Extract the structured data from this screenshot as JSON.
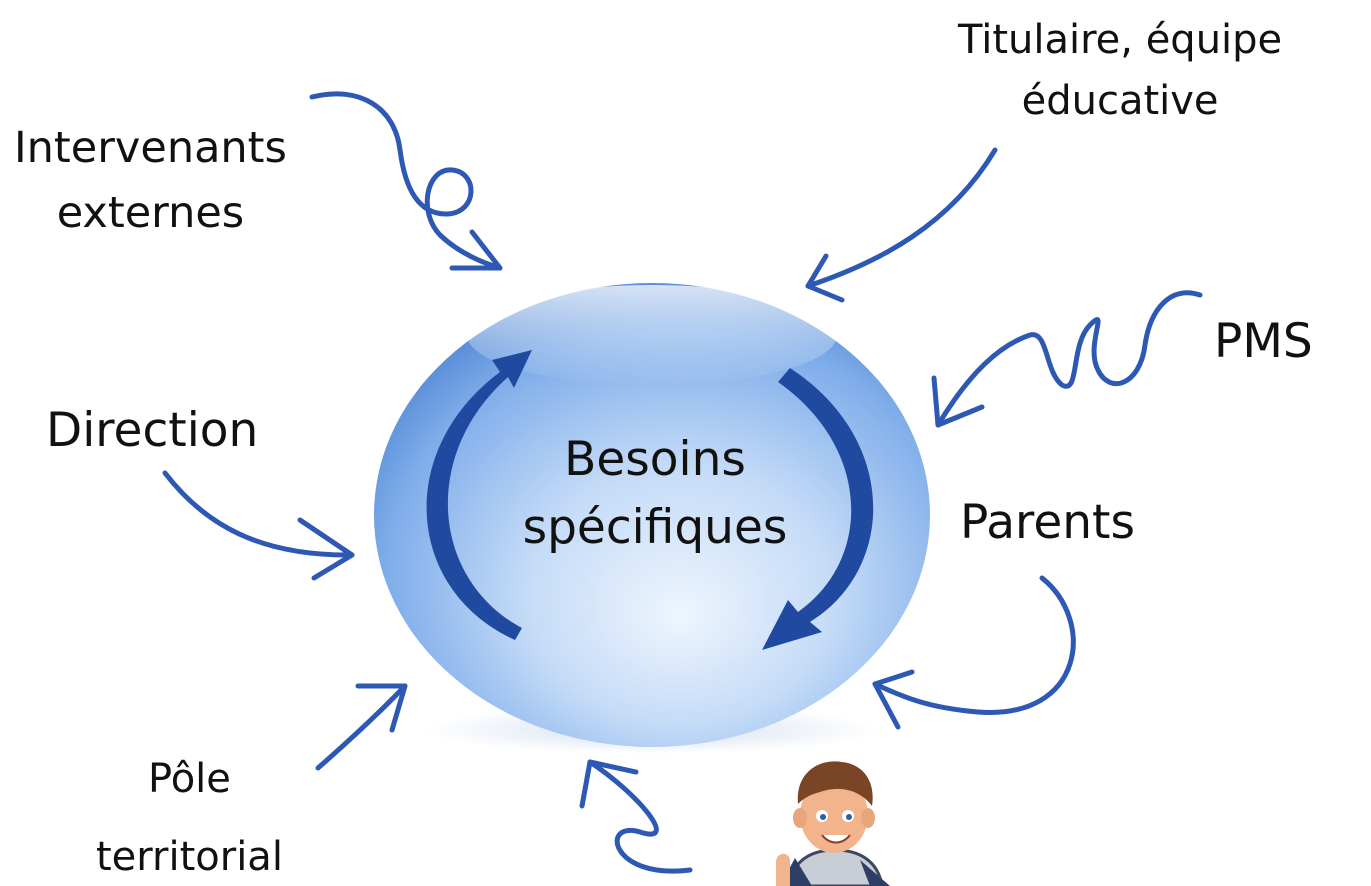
{
  "center": {
    "line1": "Besoins",
    "line2": "spécifiques"
  },
  "nodes": {
    "intervenants": {
      "line1": "Intervenants",
      "line2": "externes"
    },
    "titulaire": {
      "line1": "Titulaire, équipe",
      "line2": "éducative"
    },
    "pms": {
      "label": "PMS"
    },
    "direction": {
      "label": "Direction"
    },
    "parents": {
      "label": "Parents"
    },
    "pole": {
      "line1": "Pôle",
      "line2": "territorial"
    }
  },
  "colors": {
    "arrow": "#2d58b4",
    "cycle_arrow": "#1f4aa0",
    "sphere_light": "#e8f1fd",
    "sphere_mid": "#a9c9f1",
    "sphere_dark": "#5b8fd9",
    "text": "#111111"
  },
  "icons": {
    "student": "student-avatar-thumbs-up"
  }
}
